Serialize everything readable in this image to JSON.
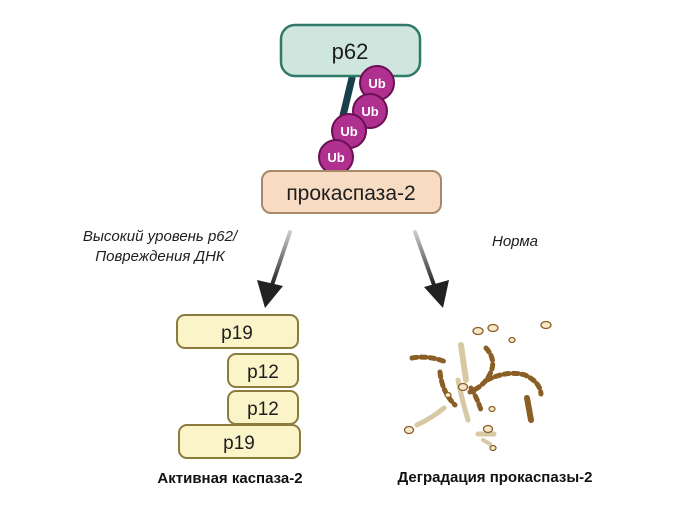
{
  "nodes": {
    "p62": "p62",
    "ub_label": "Ub",
    "procaspase": "прокаспаза-2",
    "p19": "p19",
    "p12": "p12"
  },
  "conditions": {
    "left_line1": "Высокий уровень p62/",
    "left_line2": "Повреждения ДНК",
    "right": "Норма"
  },
  "outcomes": {
    "left": "Активная каспаза-2",
    "right": "Деградация прокаспазы-2"
  },
  "colors": {
    "p62_fill": "#cfe6df",
    "p62_stroke": "#2f7a69",
    "ub_fill": "#b0308f",
    "ub_stroke": "#6a0f52",
    "linker": "#1a3f4c",
    "procaspase_fill": "#f7dcc3",
    "procaspase_stroke": "#a8876a",
    "subunit_fill": "#fbf4c9",
    "subunit_stroke": "#8b7b3c",
    "arrow": "#222222",
    "fragment_dark": "#8a5e25",
    "fragment_light": "#d8c9a5"
  }
}
